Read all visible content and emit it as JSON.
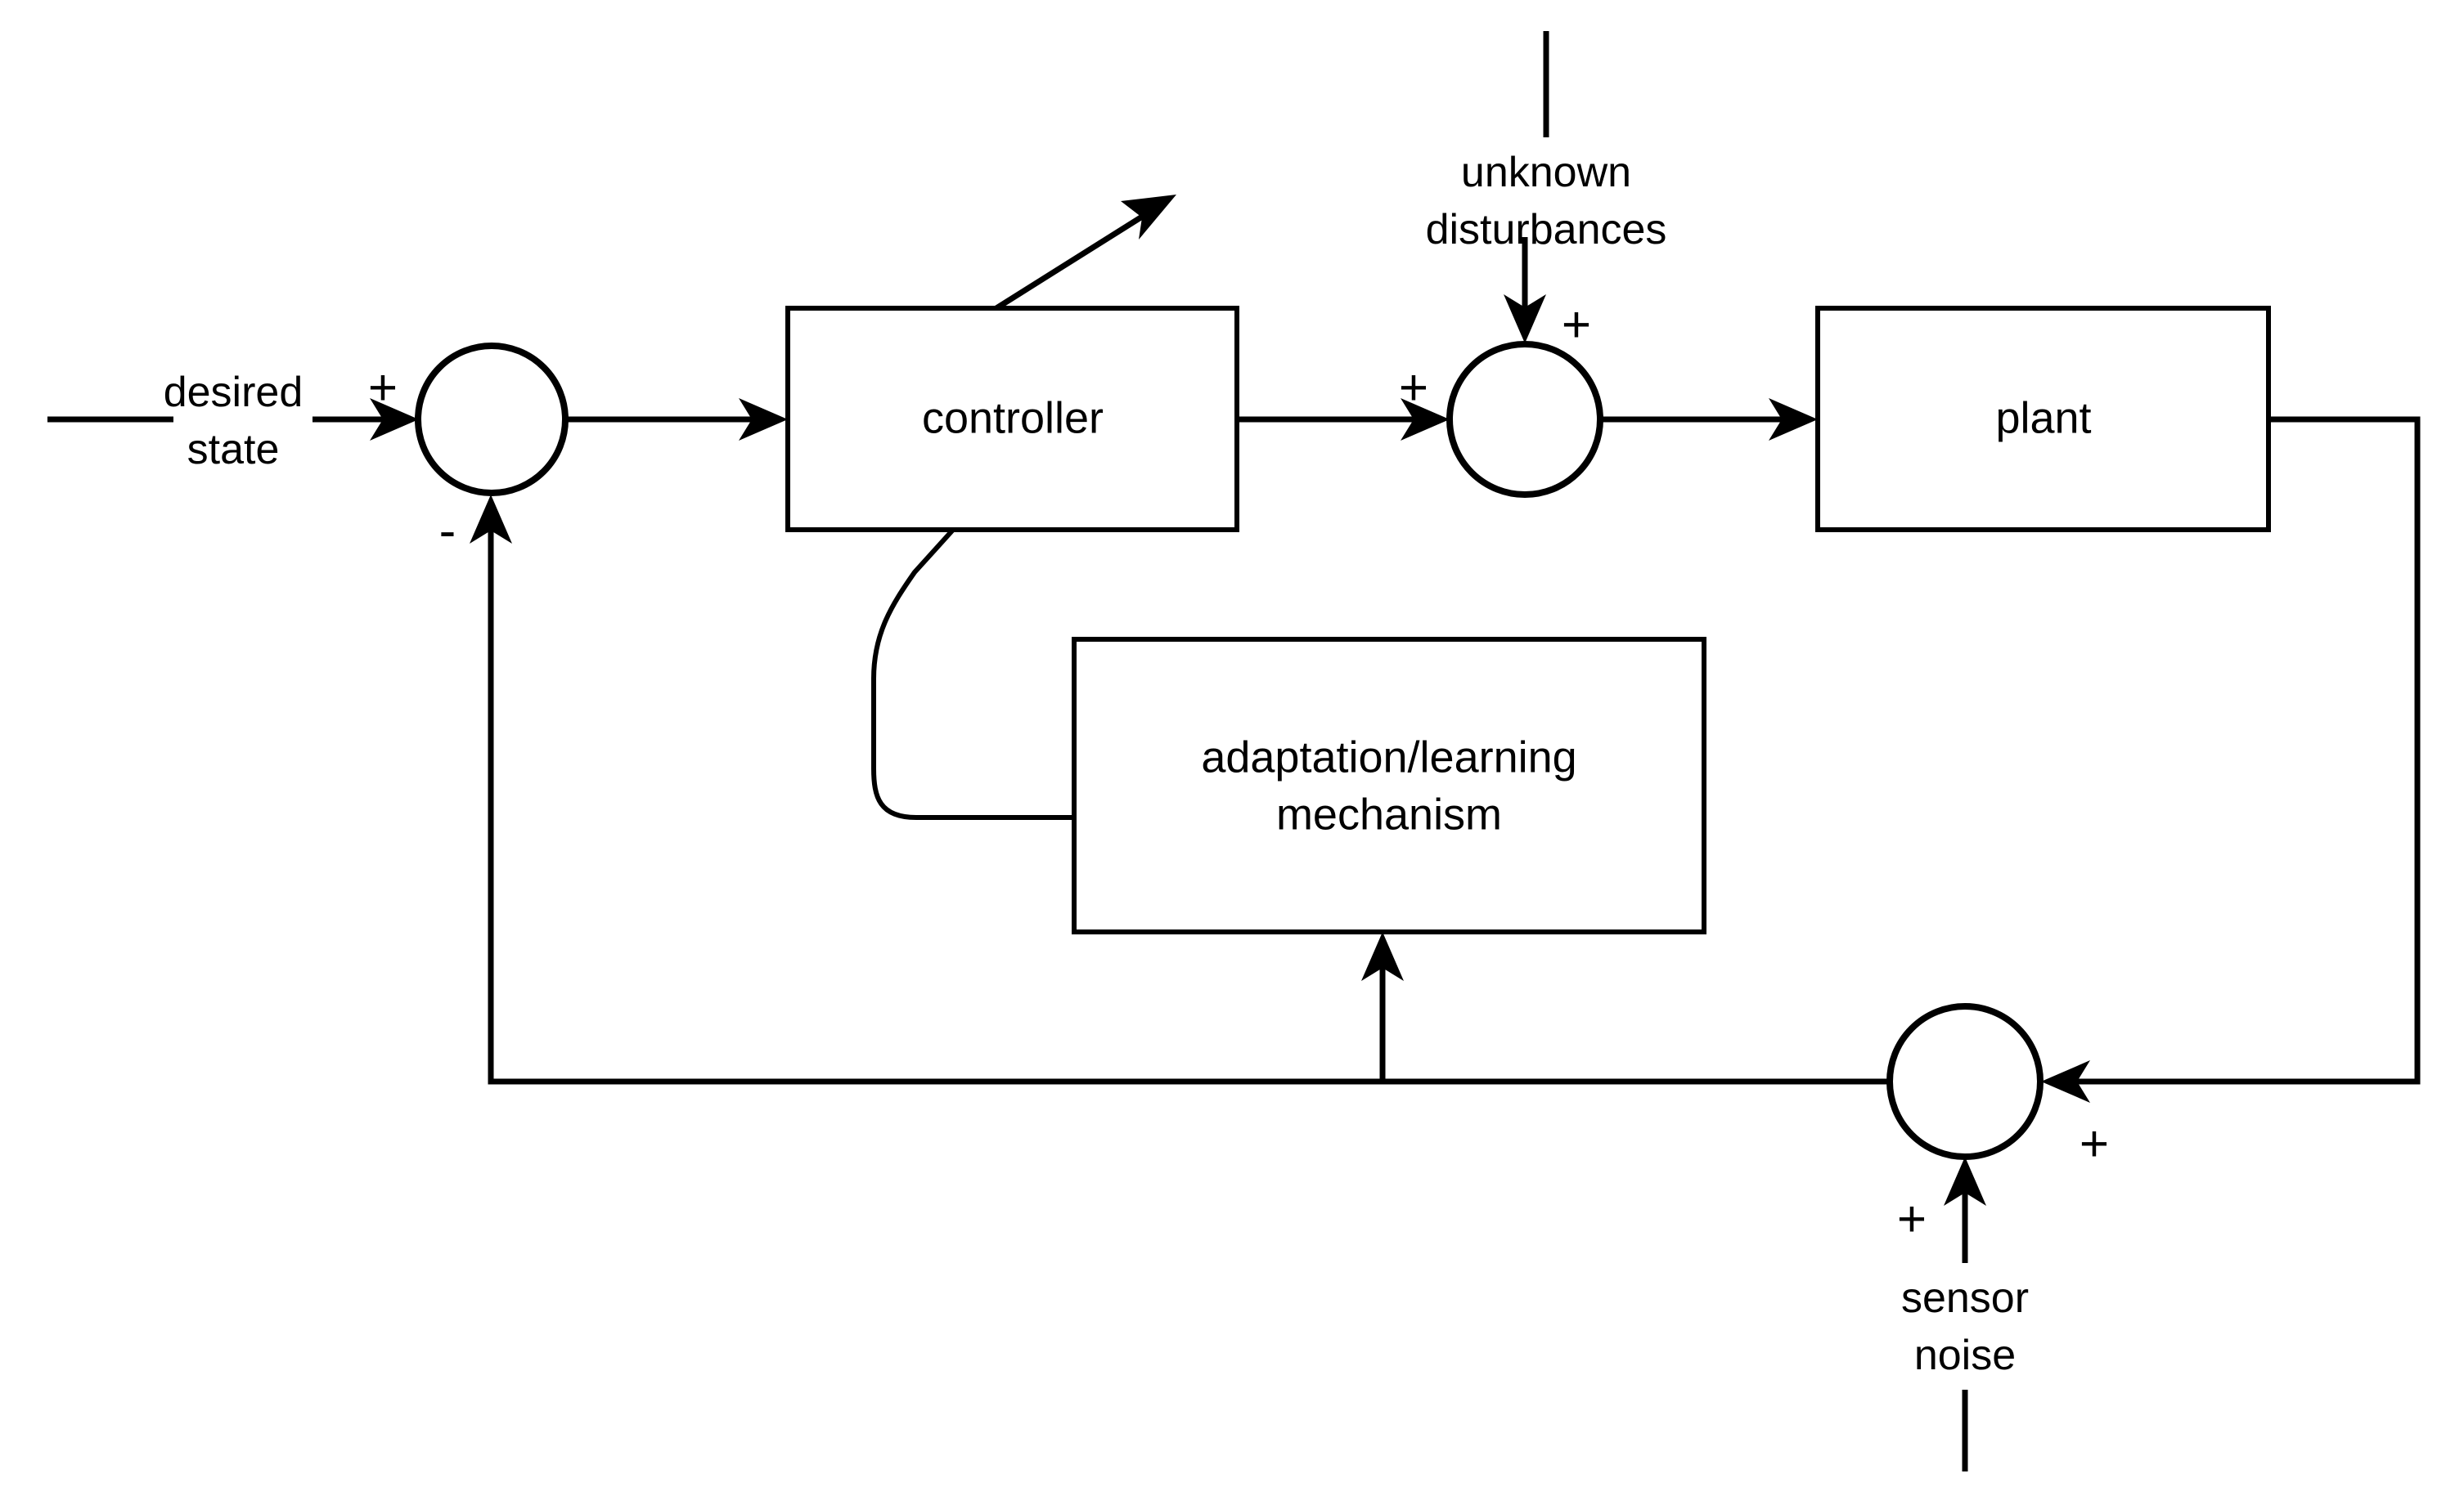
{
  "diagram": {
    "title": "adaptive control block diagram",
    "background_color": "#ffffff",
    "line_color": "#000000",
    "blocks": [
      {
        "id": "controller",
        "label": "controller"
      },
      {
        "id": "plant",
        "label": "plant"
      },
      {
        "id": "adaptation",
        "label_line1": "adaptation/learning",
        "label_line2": "mechanism"
      }
    ],
    "signals": [
      {
        "id": "desired-state",
        "line1": "desired",
        "line2": "state"
      },
      {
        "id": "unknown-disturbances",
        "line1": "unknown",
        "line2": "disturbances"
      },
      {
        "id": "sensor-noise",
        "line1": "sensor",
        "line2": "noise"
      }
    ],
    "summing_junctions": [
      {
        "id": "error-junction",
        "inputs": [
          {
            "port": "left",
            "sign": "+"
          },
          {
            "port": "bottom",
            "sign": "-"
          }
        ]
      },
      {
        "id": "disturbance-junction",
        "inputs": [
          {
            "port": "left",
            "sign": "+"
          },
          {
            "port": "top",
            "sign": "+"
          }
        ]
      },
      {
        "id": "sensor-junction",
        "inputs": [
          {
            "port": "right",
            "sign": "+"
          },
          {
            "port": "bottom",
            "sign": "+"
          }
        ]
      }
    ],
    "signs": {
      "plus": "+",
      "minus": "-"
    }
  }
}
